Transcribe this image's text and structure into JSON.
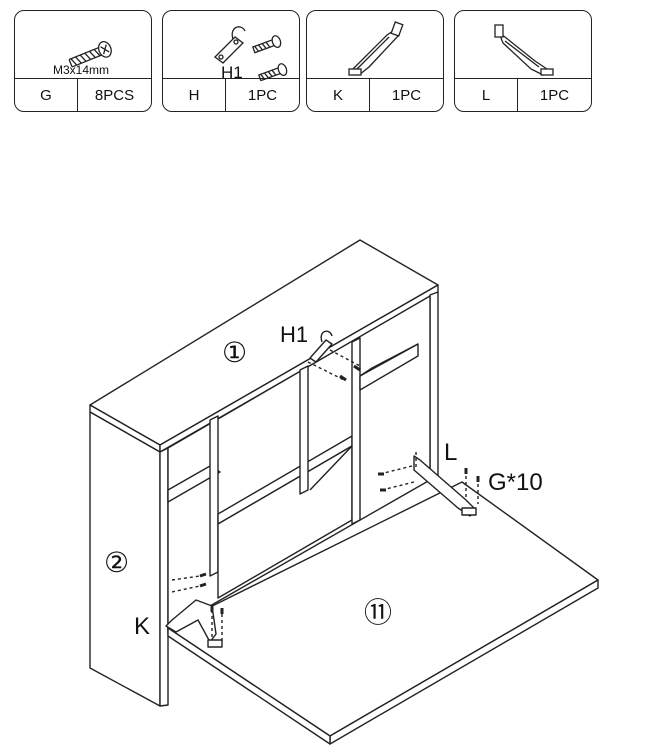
{
  "parts": [
    {
      "code": "G",
      "qty": "8PCS",
      "size": "M3x14mm",
      "icon": "screw-icon"
    },
    {
      "code": "H",
      "qty": "1PC",
      "sub_label": "H1",
      "icon": "hook-bracket-icon"
    },
    {
      "code": "K",
      "qty": "1PC",
      "icon": "support-hinge-icon"
    },
    {
      "code": "L",
      "qty": "1PC",
      "icon": "support-hinge-icon"
    }
  ],
  "callouts": {
    "panel_top": "①",
    "panel_side": "②",
    "panel_flap": "⑪",
    "hook": "H1",
    "hinge_left": "K",
    "hinge_right": "L",
    "screws": "G*10"
  }
}
